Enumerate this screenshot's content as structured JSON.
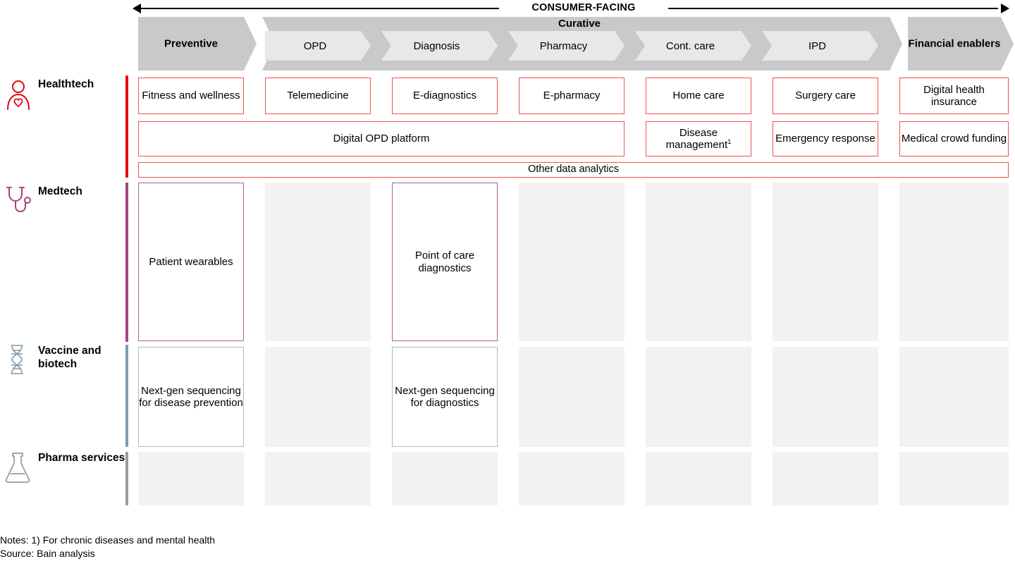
{
  "top_axis": {
    "label": "CONSUMER-FACING",
    "arrow_left_icon": "arrow-left-icon",
    "arrow_right_icon": "arrow-right-icon"
  },
  "header": {
    "curative_group_label": "Curative",
    "stages": [
      {
        "key": "preventive",
        "label": "Preventive",
        "style": "dark"
      },
      {
        "key": "opd",
        "label": "OPD",
        "style": "light"
      },
      {
        "key": "diagnosis",
        "label": "Diagnosis",
        "style": "light"
      },
      {
        "key": "pharmacy",
        "label": "Pharmacy",
        "style": "light"
      },
      {
        "key": "cont-care",
        "label": "Cont. care",
        "style": "light"
      },
      {
        "key": "ipd",
        "label": "IPD",
        "style": "light"
      },
      {
        "key": "financial-enablers",
        "label": "Financial enablers",
        "style": "dark"
      }
    ]
  },
  "categories": [
    {
      "key": "healthtech",
      "label": "Healthtech",
      "icon": "person-heart-icon",
      "color": "#e30613"
    },
    {
      "key": "medtech",
      "label": "Medtech",
      "icon": "stethoscope-icon",
      "color": "#a8437f"
    },
    {
      "key": "vaccine-and-biotech",
      "label": "Vaccine and biotech",
      "icon": "dna-icon",
      "color": "#7d9cb0"
    },
    {
      "key": "pharma-services",
      "label": "Pharma services",
      "icon": "flask-icon",
      "color": "#9a9a9a"
    }
  ],
  "healthtech": {
    "row1": [
      "Fitness and wellness",
      "Telemedicine",
      "E-diagnostics",
      "E-pharmacy",
      "Home care",
      "Surgery care",
      "Digital health insurance"
    ],
    "row2_span": "Digital OPD platform",
    "row2_rest": [
      {
        "label": "Disease management",
        "footnote": "1"
      },
      {
        "label": "Emergency response",
        "footnote": ""
      },
      {
        "label": "Medical crowd funding",
        "footnote": ""
      }
    ],
    "row3_full": "Other data analytics"
  },
  "medtech": {
    "cells": [
      {
        "label": "Patient wearables",
        "filled": true
      },
      {
        "label": "",
        "filled": false
      },
      {
        "label": "Point of care diagnostics",
        "filled": true
      },
      {
        "label": "",
        "filled": false
      },
      {
        "label": "",
        "filled": false
      },
      {
        "label": "",
        "filled": false
      },
      {
        "label": "",
        "filled": false
      }
    ]
  },
  "vaccine": {
    "cells": [
      {
        "label": "Next-gen sequencing for disease prevention",
        "filled": true
      },
      {
        "label": "",
        "filled": false
      },
      {
        "label": "Next-gen sequencing for diagnostics",
        "filled": true
      },
      {
        "label": "",
        "filled": false
      },
      {
        "label": "",
        "filled": false
      },
      {
        "label": "",
        "filled": false
      },
      {
        "label": "",
        "filled": false
      }
    ]
  },
  "pharma": {
    "cells": [
      {
        "label": "",
        "filled": false
      },
      {
        "label": "",
        "filled": false
      },
      {
        "label": "",
        "filled": false
      },
      {
        "label": "",
        "filled": false
      },
      {
        "label": "",
        "filled": false
      },
      {
        "label": "",
        "filled": false
      },
      {
        "label": "",
        "filled": false
      }
    ]
  },
  "footnotes": {
    "notes": "Notes: 1) For chronic diseases and mental health",
    "source": "Source: Bain analysis"
  },
  "colors": {
    "healthtech": "#e30613",
    "healthtech_box": "#ef5350",
    "medtech": "#a8437f",
    "medtech_box": "#b2628f",
    "vaccine": "#7d9cb0",
    "vaccine_box": "#a9bcc8",
    "pharma": "#9a9a9a",
    "empty_cell": "#f2f2f2",
    "chevron_dark": "#c9c9c9",
    "chevron_light": "#e8e8e8"
  }
}
